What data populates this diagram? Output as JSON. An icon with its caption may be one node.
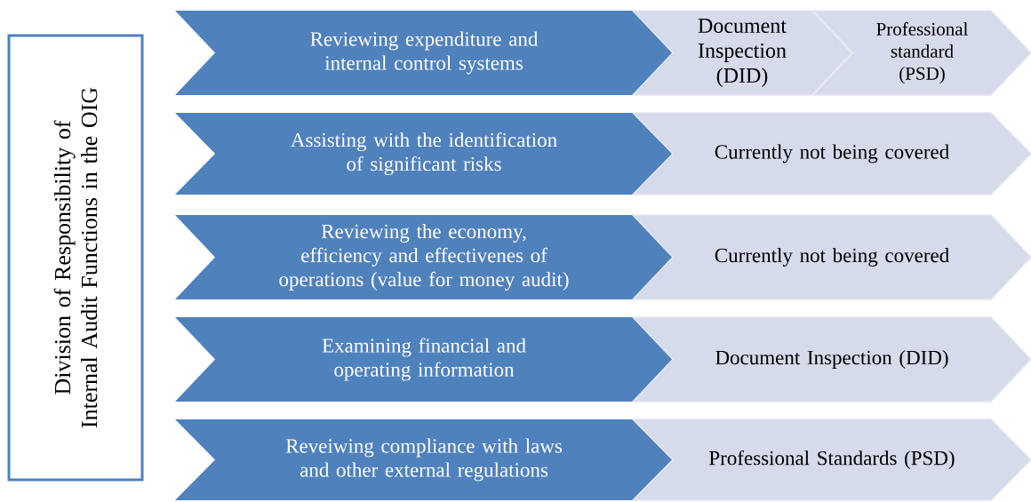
{
  "diagram": {
    "nodes": [
      {
        "text": [
          "Division of Responsibility of Internal Audit Functions in the OIG"
        ]
      },
      {
        "text": [
          "Reviewing expenditure and internal control systems"
        ]
      },
      {
        "text": [
          "Document Inspection (DID)"
        ]
      },
      {
        "text": [
          "Professional standard (PSD)"
        ]
      },
      {
        "text": [
          "Assisting with the identification of significant risks"
        ]
      },
      {
        "text": [
          "Currently not being covered"
        ]
      },
      {
        "text": [
          "Reviewing the economy, efficiency and effectivenes of operations (value for money audit)"
        ]
      },
      {
        "text": [
          "Currently not being covered"
        ]
      },
      {
        "text": [
          "Examining financial and operating information"
        ]
      },
      {
        "text": [
          "Document Inspection (DID)"
        ]
      },
      {
        "text": [
          "Reveiwing compliance with laws and other external regulations"
        ]
      },
      {
        "text": [
          "Professional Standards (PSD)"
        ]
      }
    ]
  }
}
